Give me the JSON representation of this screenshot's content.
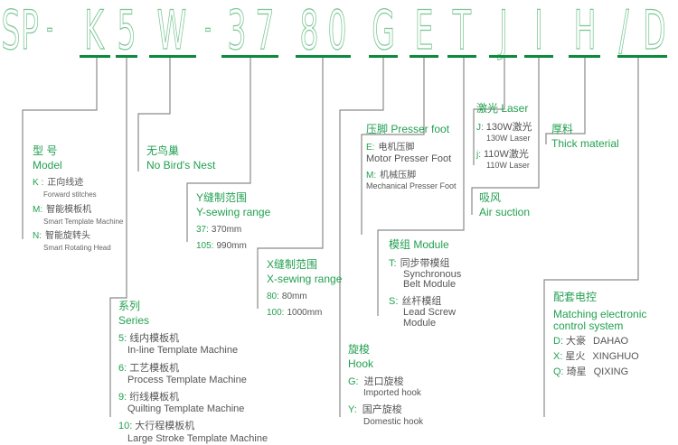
{
  "code_chars": [
    "S",
    "P",
    "-",
    "K",
    "5",
    "W",
    "-",
    "3",
    "7",
    "8",
    "0",
    "G",
    "E",
    "T",
    "J",
    "I",
    "H",
    "/",
    "D"
  ],
  "colors": {
    "accent": "#22a050",
    "bar": "#0b8a3c",
    "outline": "#7cc796",
    "line": "#8a8a8a",
    "text": "#555555"
  },
  "model": {
    "title_cn": "型 号",
    "title_en": "Model",
    "items": [
      {
        "key": "K :",
        "cn": "正向线迹",
        "en": "Forward stitches"
      },
      {
        "key": "M:",
        "cn": "智能模板机",
        "en": "Smart Template Machine"
      },
      {
        "key": "N:",
        "cn": "智能旋转头",
        "en": "Smart Rotating Head"
      }
    ]
  },
  "nest": {
    "title_cn": "无鸟巢",
    "title_en": "No Bird's Nest"
  },
  "y_range": {
    "title_cn": "Y缝制范围",
    "title_en": "Y-sewing range",
    "items": [
      {
        "key": "37:",
        "val": "370mm"
      },
      {
        "key": "105:",
        "val": "990mm"
      }
    ]
  },
  "x_range": {
    "title_cn": "X缝制范围",
    "title_en": "X-sewing range",
    "items": [
      {
        "key": "80:",
        "val": "80mm"
      },
      {
        "key": "100:",
        "val": "1000mm"
      }
    ]
  },
  "series": {
    "title_cn": "系列",
    "title_en": "Series",
    "items": [
      {
        "key": "5:",
        "cn": "线内模板机",
        "en": "In-line Template Machine"
      },
      {
        "key": "6:",
        "cn": "工艺模板机",
        "en": "Process Template Machine"
      },
      {
        "key": "9:",
        "cn": "绗线模板机",
        "en": "Quilting Template Machine"
      },
      {
        "key": "10:",
        "cn": "大行程模板机",
        "en": "Large Stroke Template Machine"
      }
    ]
  },
  "presser": {
    "title": "压脚 Presser foot",
    "items": [
      {
        "key": "E:",
        "cn": "电机压脚",
        "en": "Motor Presser Foot"
      },
      {
        "key": "M:",
        "cn": "机械压脚",
        "en": "Mechanical Presser Foot"
      }
    ]
  },
  "module": {
    "title": "模组 Module",
    "items": [
      {
        "key": "T:",
        "cn": "同步带模组",
        "en1": "Synchronous",
        "en2": "Belt Module"
      },
      {
        "key": "S:",
        "cn": "丝杆模组",
        "en1": "Lead Screw",
        "en2": "Module"
      }
    ]
  },
  "hook": {
    "title_cn": "旋梭",
    "title_en": "Hook",
    "items": [
      {
        "key": "G:",
        "cn": "进口旋梭",
        "en": "Imported hook"
      },
      {
        "key": "Y:",
        "cn": "国产旋梭",
        "en": "Domestic hook"
      }
    ]
  },
  "laser": {
    "title": "激光 Laser",
    "items": [
      {
        "key": "J:",
        "cn": "130W激光",
        "en": "130W Laser"
      },
      {
        "key": "j:",
        "cn": "110W激光",
        "en": "110W Laser"
      }
    ]
  },
  "air": {
    "title_cn": "吸风",
    "title_en": "Air suction"
  },
  "thick": {
    "title_cn": "厚料",
    "title_en": "Thick material"
  },
  "control": {
    "title_cn": "配套电控",
    "title_en1": "Matching electronic",
    "title_en2": "control system",
    "items": [
      {
        "key": "D:",
        "cn": "大豪",
        "en": "DAHAO"
      },
      {
        "key": "X:",
        "cn": "星火",
        "en": "XINGHUO"
      },
      {
        "key": "Q:",
        "cn": "琦星",
        "en": "QIXING"
      }
    ]
  }
}
